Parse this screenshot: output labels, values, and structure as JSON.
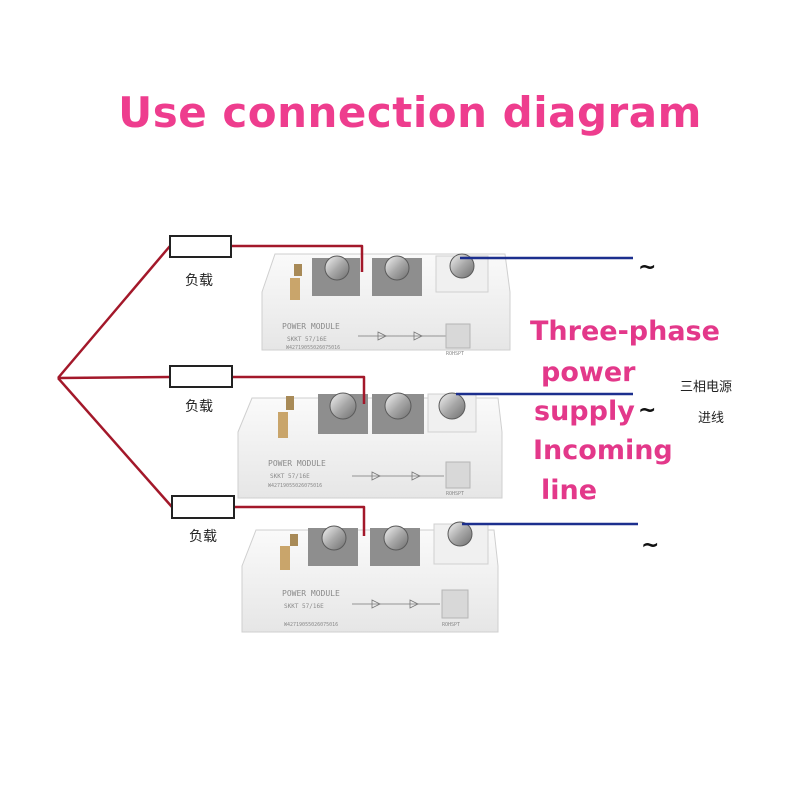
{
  "title": "Use connection diagram",
  "load_label": "负载",
  "supply_label_lines": [
    "Three-phase",
    "power",
    "supply",
    "Incoming",
    "line"
  ],
  "supply_label_cn_lines": [
    "三相电源",
    "进线"
  ],
  "ac_symbol": "~",
  "module": {
    "header": "POWER MODULE",
    "part_number": "SKKT 57/16E",
    "serial": "W42719055026075016",
    "brand": "ROHSPT"
  },
  "colors": {
    "title": "#ee3d8e",
    "load_wire": "#a3182a",
    "line_wire": "#1c2f8e"
  }
}
